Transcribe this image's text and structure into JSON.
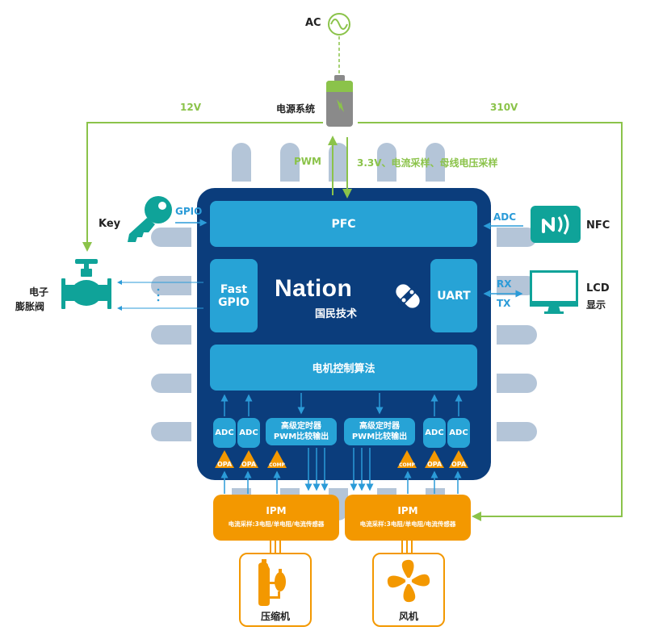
{
  "power": {
    "ac_label": "AC",
    "supply_label": "电源系统",
    "v12_label": "12V",
    "v310_label": "310V",
    "pwm_label": "PWM",
    "sense_label": "3.3V、电流采样、母线电压采样"
  },
  "chip": {
    "pfc_label": "PFC",
    "fast_gpio_line1": "Fast",
    "fast_gpio_line2": "GPIO",
    "uart_label": "UART",
    "motor_algo_label": "电机控制算法",
    "brand_name": "Nation",
    "brand_cn": "国民技术",
    "timer_blocks": [
      {
        "line1": "高级定时器",
        "line2": "PWM比较输出"
      },
      {
        "line1": "高级定时器",
        "line2": "PWM比较输出"
      }
    ],
    "adc_blocks": [
      "ADC",
      "ADC",
      "ADC",
      "ADC"
    ],
    "opa_labels": [
      "OPA",
      "OPA",
      "OPA",
      "OPA"
    ],
    "comp_labels": [
      "COMP",
      "COMP"
    ]
  },
  "peripherals": {
    "key_label": "Key",
    "gpio_label": "GPIO",
    "valve_line1": "电子",
    "valve_line2": "膨胀阀",
    "nfc_label": "NFC",
    "adc_label": "ADC",
    "rx_label": "RX",
    "tx_label": "TX",
    "lcd_line1": "LCD",
    "lcd_line2": "显示"
  },
  "ipm": [
    {
      "title": "IPM",
      "desc": "电流采样:3电阻/单电阻/电流传感器"
    },
    {
      "title": "IPM",
      "desc": "电流采样:3电阻/单电阻/电流传感器"
    }
  ],
  "loads": {
    "compressor_label": "压缩机",
    "fan_label": "风机"
  },
  "colors": {
    "chip_bg": "#0b3d7c",
    "block": "#27a3d6",
    "power_green": "#8bc34a",
    "teal": "#0fa399",
    "orange": "#f39800",
    "pin": "#b4c5d8"
  }
}
